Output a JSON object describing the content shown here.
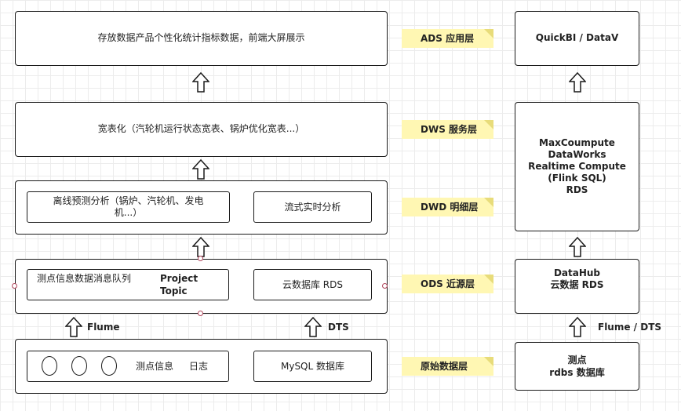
{
  "left": {
    "ads_box": "存放数据产品个性化统计指标数据，前端大屏展示",
    "dws_box": "宽表化（汽轮机运行状态宽表、锅炉优化宽表...）",
    "dwd": {
      "offline_line1": "离线预测分析（锅炉、汽轮机、发电",
      "offline_line2": "机...）",
      "stream": "流式实时分析"
    },
    "ods": {
      "queue_text": "测点信息数据消息队列",
      "queue_line1": "Project",
      "queue_line2": "Topic",
      "rds": "云数据库 RDS"
    },
    "source": {
      "sensor": "测点信息",
      "log": "日志",
      "mysql": "MySQL 数据库"
    },
    "arrow_flume": "Flume",
    "arrow_dts": "DTS"
  },
  "tags": {
    "ads": "ADS 应用层",
    "dws": "DWS 服务层",
    "dwd": "DWD 明细层",
    "ods": "ODS 近源层",
    "source": "原始数据层"
  },
  "right": {
    "quickbi": "QuickBI / DataV",
    "compute_lines": [
      "MaxCoumpute",
      "DataWorks",
      "Realtime Compute",
      "(Flink SQL)",
      "RDS"
    ],
    "datahub_line1": "DataHub",
    "datahub_line2": "云数据 RDS",
    "source_line1": "测点",
    "source_line2": "rdbs 数据库",
    "arrow_label": "Flume / DTS"
  }
}
